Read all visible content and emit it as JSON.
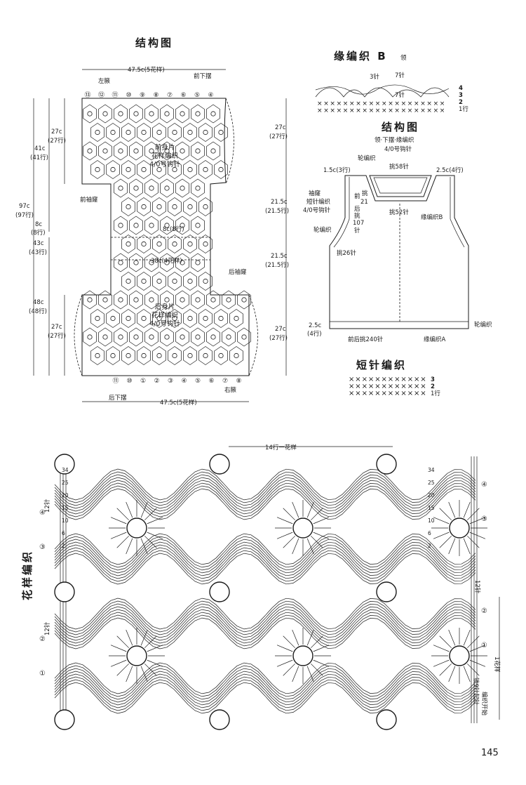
{
  "structure_left": {
    "title": "结构图",
    "top_width": "47.5c(5花样)",
    "bottom_width": "47.5c(5花样)",
    "left_armpit": "左腋",
    "right_armpit": "右腋",
    "front_hem": "前下摆",
    "back_hem": "后下摆",
    "front_sleeve": "前袖窿",
    "back_sleeve": "后袖窿",
    "front_label": [
      "前身片",
      "花样编织",
      "4/0号钩针"
    ],
    "back_label": [
      "后身片",
      "花样编织",
      "4/0号钩针"
    ],
    "mid_top": "8c(8行)",
    "mid_bottom": "38c(4花样)",
    "left_dims": [
      {
        "a": "97c",
        "b": "(97行)"
      },
      {
        "a": "41c",
        "b": "(41行)"
      },
      {
        "a": "27c",
        "b": "(27行)"
      },
      {
        "a": "8c",
        "b": "(8行)"
      },
      {
        "a": "43c",
        "b": "(43行)"
      },
      {
        "a": "48c",
        "b": "(48行)"
      },
      {
        "a": "27c",
        "b": "(27行)"
      }
    ],
    "right_dims": [
      {
        "a": "27c",
        "b": "(27行)"
      },
      {
        "a": "21.5c",
        "b": "(21.5行)"
      },
      {
        "a": "21.5c",
        "b": "(21.5行)"
      },
      {
        "a": "27c",
        "b": "(27行)"
      }
    ],
    "top_numbers": [
      "⑬",
      "⑫",
      "⑪",
      "⑩",
      "⑨",
      "⑧",
      "⑦",
      "⑥",
      "⑤",
      "④"
    ],
    "bottom_numbers": [
      "⑪",
      "⑩",
      "①",
      "②",
      "③",
      "④",
      "⑤",
      "⑥",
      "⑦",
      "⑧"
    ]
  },
  "edging_b": {
    "title": "缘编织 B",
    "sub": "领",
    "stitch_a": "3针",
    "stitch_b": "7针",
    "stitch_c": "7针",
    "rows": [
      "4",
      "3",
      "2",
      "1行"
    ]
  },
  "structure_right": {
    "title": "结构图",
    "sub1": "领·下摆·缘编织",
    "sub2": "4/0号钩针",
    "wheel": "轮编织",
    "wheel2": "轮编织",
    "wheel3": "轮编织",
    "d1": "1.5c(3行)",
    "d2": "2.5c(4行)",
    "d3a": "2.5c",
    "d3b": "(4行)",
    "pick58": "挑58针",
    "pick52": "挑52针",
    "edge_b": "缘编织B",
    "sleeve": [
      "袖窿",
      "短针编织",
      "4/0号钩针"
    ],
    "front_back_pick": [
      "前",
      "挑",
      "21",
      "后",
      "挑",
      "107",
      "针"
    ],
    "pick26": "挑26针",
    "pick240": "前后挑240针",
    "edge_a": "缘编织A"
  },
  "short_stitch": {
    "title": "短针编织",
    "rows": [
      "3",
      "2",
      "1行"
    ]
  },
  "pattern": {
    "title": "花样编织",
    "repeat": "14行一花样",
    "side_a": "12针",
    "side_b": "12针",
    "side_c": "12针",
    "one_pattern": "1花样",
    "start": [
      "锁9针起针",
      "编织开始"
    ],
    "left_markers": [
      "④",
      "③",
      "②",
      "①"
    ],
    "right_markers": [
      "④",
      "③",
      "②",
      "①"
    ],
    "row_numbers": [
      "34",
      "25",
      "20",
      "15",
      "10",
      "6",
      "2"
    ]
  },
  "page_number": "145"
}
